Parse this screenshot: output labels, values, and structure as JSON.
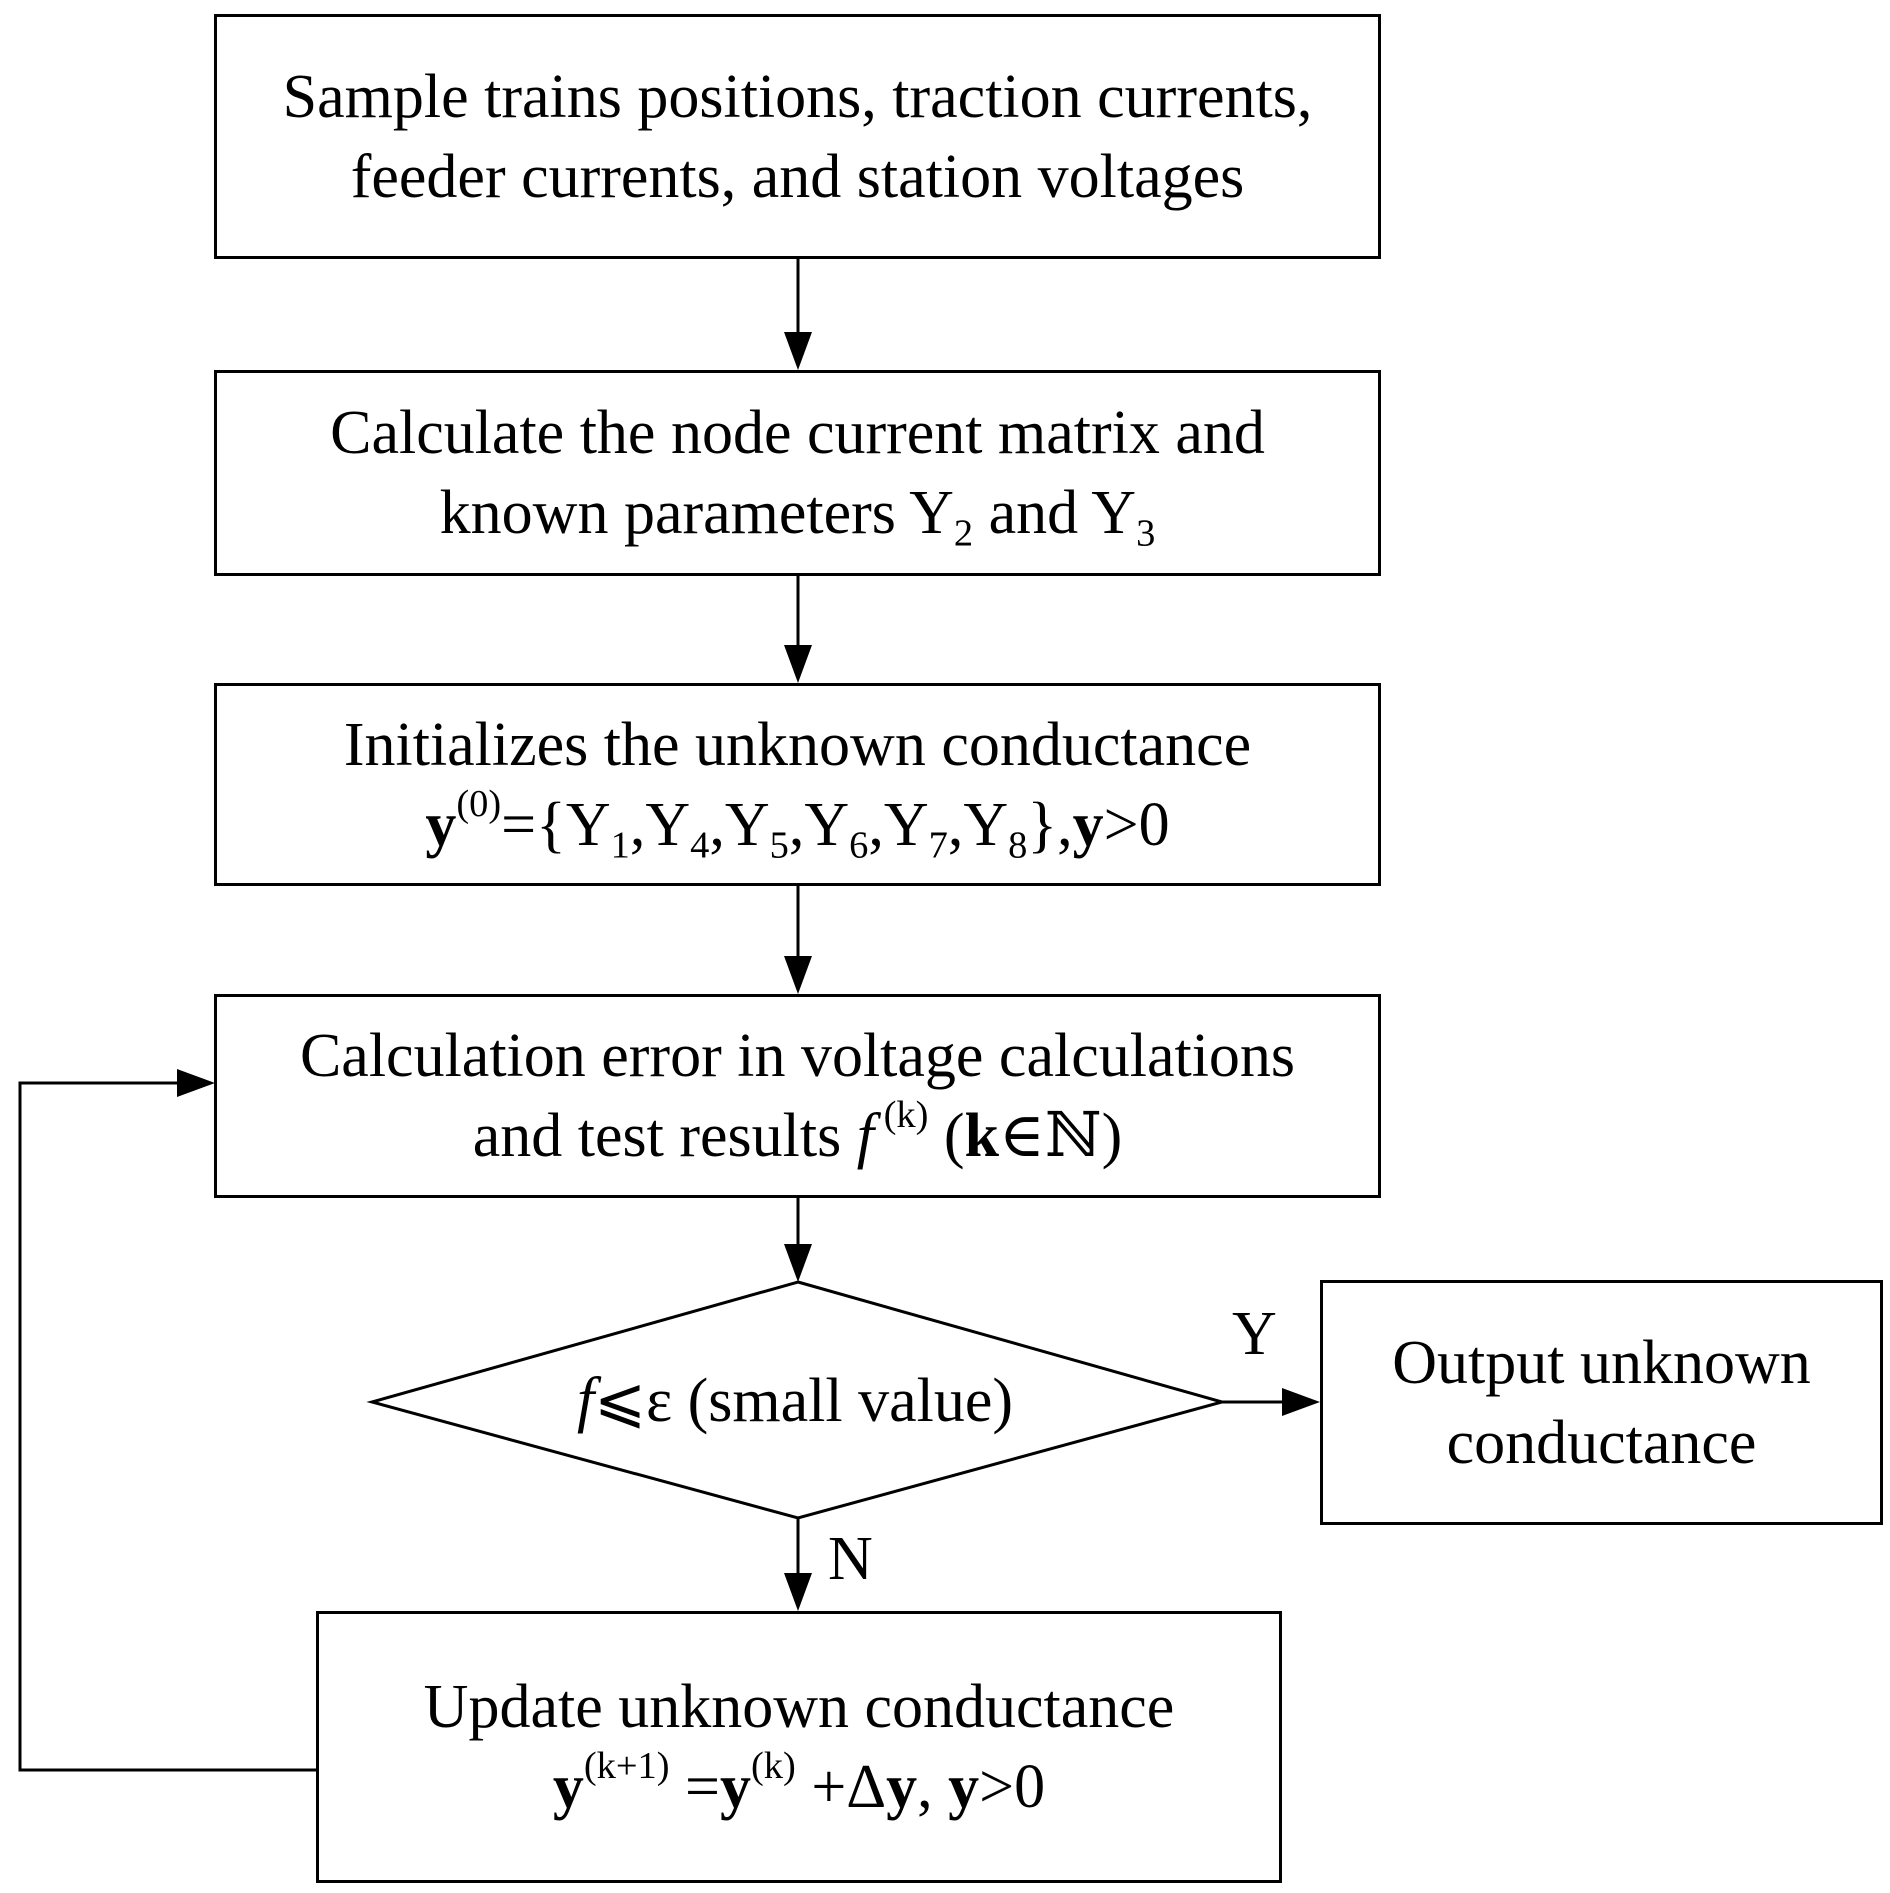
{
  "flowchart": {
    "step1": {
      "line1": "Sample trains positions, traction currents,",
      "line2": "feeder currents, and station voltages"
    },
    "step2": {
      "line1": "Calculate the node current matrix and",
      "line2_prefix": "known parameters Y",
      "line2_sub1": "2",
      "line2_mid": " and Y",
      "line2_sub2": "3"
    },
    "step3": {
      "line1": "Initializes the unknown conductance",
      "y": "y",
      "sup0": "(0)",
      "eq_open": "={Y",
      "sub1": "1",
      "sep": ",Y",
      "sub4": "4",
      "sub5": "5",
      "sub6": "6",
      "sub7": "7",
      "sub8": "8",
      "close": "},",
      "y2": "y",
      "gt": ">0"
    },
    "step4": {
      "line1": "Calculation error in voltage calculations",
      "line2_prefix": "and test results ",
      "f": "f",
      "supk": " (k)",
      "paren_open": " (",
      "k": "k",
      "elem": "∈ℕ)"
    },
    "decision": {
      "f": "f",
      "rest": "⩽ε (small value)"
    },
    "yes_label": "Y",
    "no_label": "N",
    "output": {
      "line1": "Output unknown",
      "line2": "conductance"
    },
    "update": {
      "line1": "Update unknown conductance",
      "y1": "y",
      "sup1": "(k+1)",
      "eq": " =",
      "y2": "y",
      "sup2": "(k)",
      "plus": " +Δ",
      "y3": "y",
      "comma": ", ",
      "y4": "y",
      "gt": ">0"
    }
  }
}
